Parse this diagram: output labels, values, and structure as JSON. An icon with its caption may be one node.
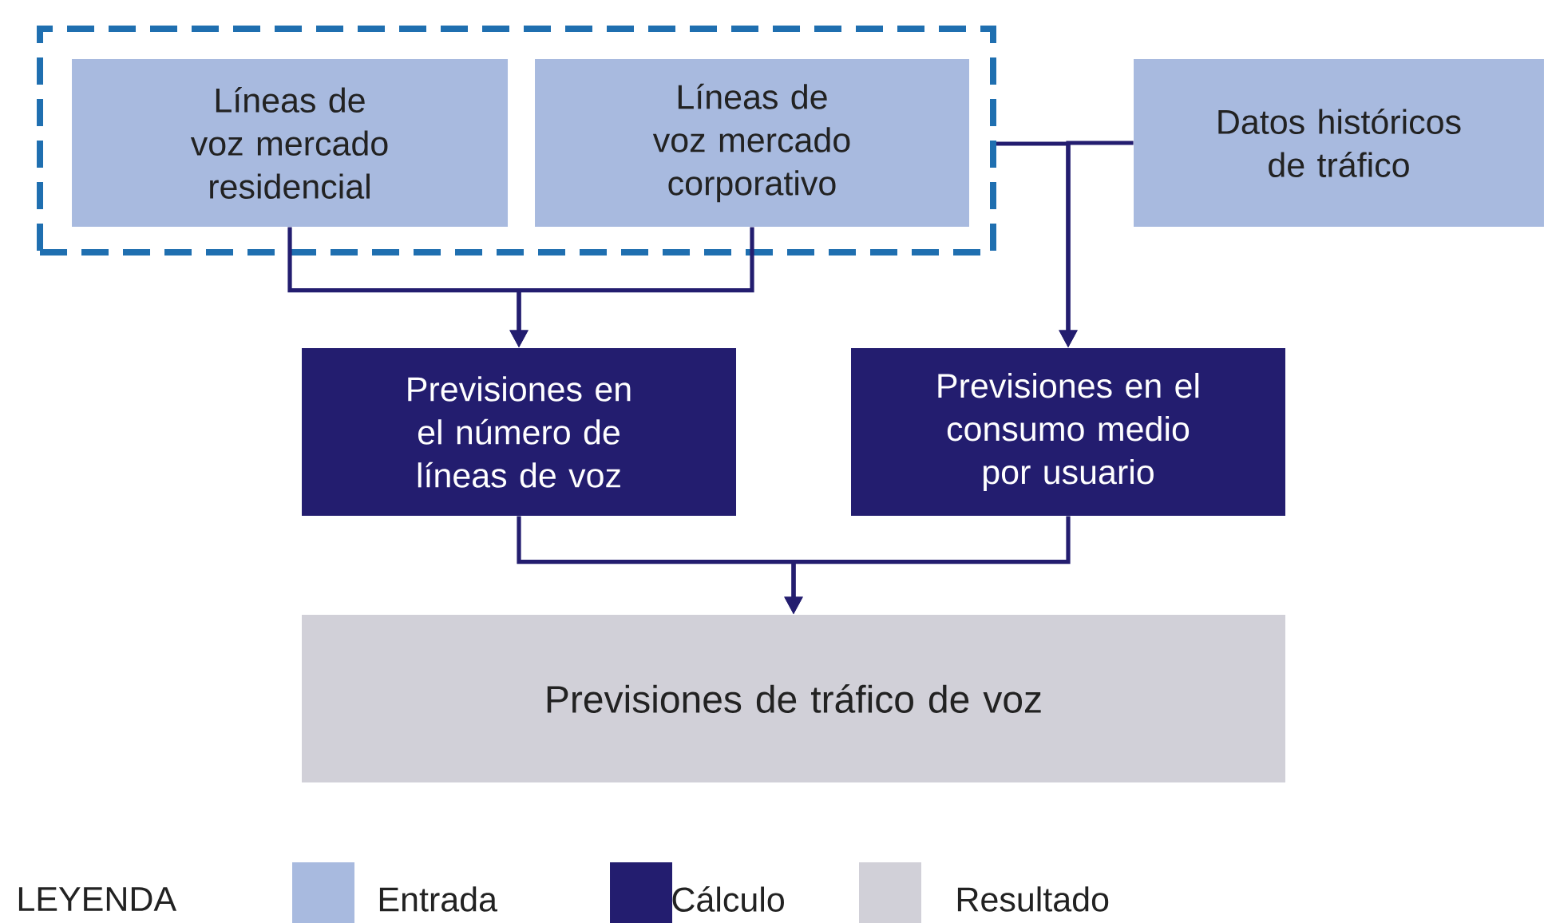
{
  "diagram": {
    "nodes": [
      {
        "text": [],
        "shape": "box"
      },
      {
        "text": [
          "Líneas de voz mercado residencial"
        ],
        "in": 0
      },
      {
        "text": [
          "Líneas de voz mercado corporativo"
        ],
        "in": 0
      },
      {
        "text": [
          "Datos históricos de tráfico"
        ]
      },
      {
        "text": [
          "Previsiones en el número de líneas de voz"
        ]
      },
      {
        "text": [
          "Previsiones en el consumo medio por usuario"
        ]
      },
      {
        "text": [
          "Previsiones de tráfico de voz"
        ]
      }
    ],
    "edges": [
      {
        "from": 1,
        "to": 4,
        "arrow": "to"
      },
      {
        "from": 2,
        "to": 4,
        "arrow": "to"
      },
      {
        "from": 0,
        "to": 5,
        "arrow": "to"
      },
      {
        "from": 3,
        "to": 5,
        "arrow": "to"
      },
      {
        "from": 4,
        "to": 6,
        "arrow": "to"
      },
      {
        "from": 5,
        "to": 6,
        "arrow": "to"
      }
    ],
    "labels": [
      "LEYENDA"
    ],
    "legend": [
      {
        "text": "Entrada",
        "color": "#a8badf"
      },
      {
        "text": "Cálculo",
        "color": "#231d6f"
      },
      {
        "text": "Resultado",
        "color": "#d1d0d8"
      }
    ]
  }
}
